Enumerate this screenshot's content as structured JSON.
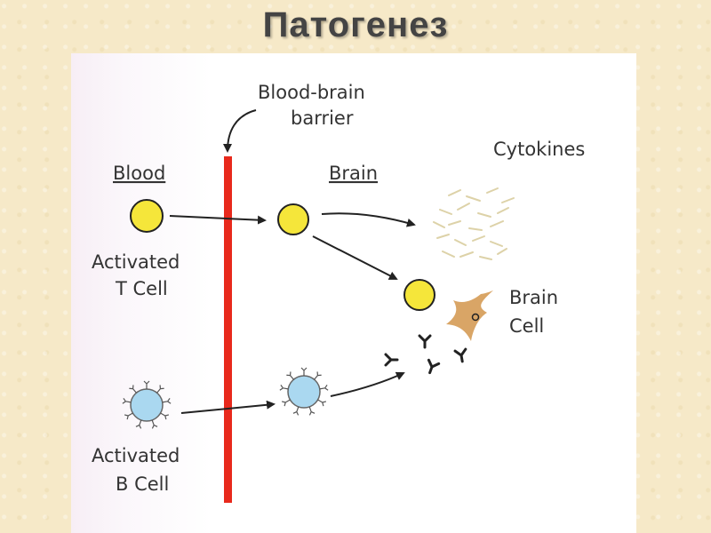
{
  "title": "Патогенез",
  "diagram": {
    "barrier_label_line1": "Blood-brain",
    "barrier_label_line2": "barrier",
    "heading_blood": "Blood",
    "heading_brain": "Brain",
    "cytokines_label": "Cytokines",
    "t_cell_label_line1": "Activated",
    "t_cell_label_line2": "T Cell",
    "b_cell_label_line1": "Activated",
    "b_cell_label_line2": "B Cell",
    "brain_cell_label_line1": "Brain",
    "brain_cell_label_line2": "Cell",
    "colors": {
      "barrier": "#e8291c",
      "t_cell": "#f5e63a",
      "b_cell": "#aad8f0",
      "brain_cell": "#d9a566",
      "arrow": "#222222"
    }
  }
}
